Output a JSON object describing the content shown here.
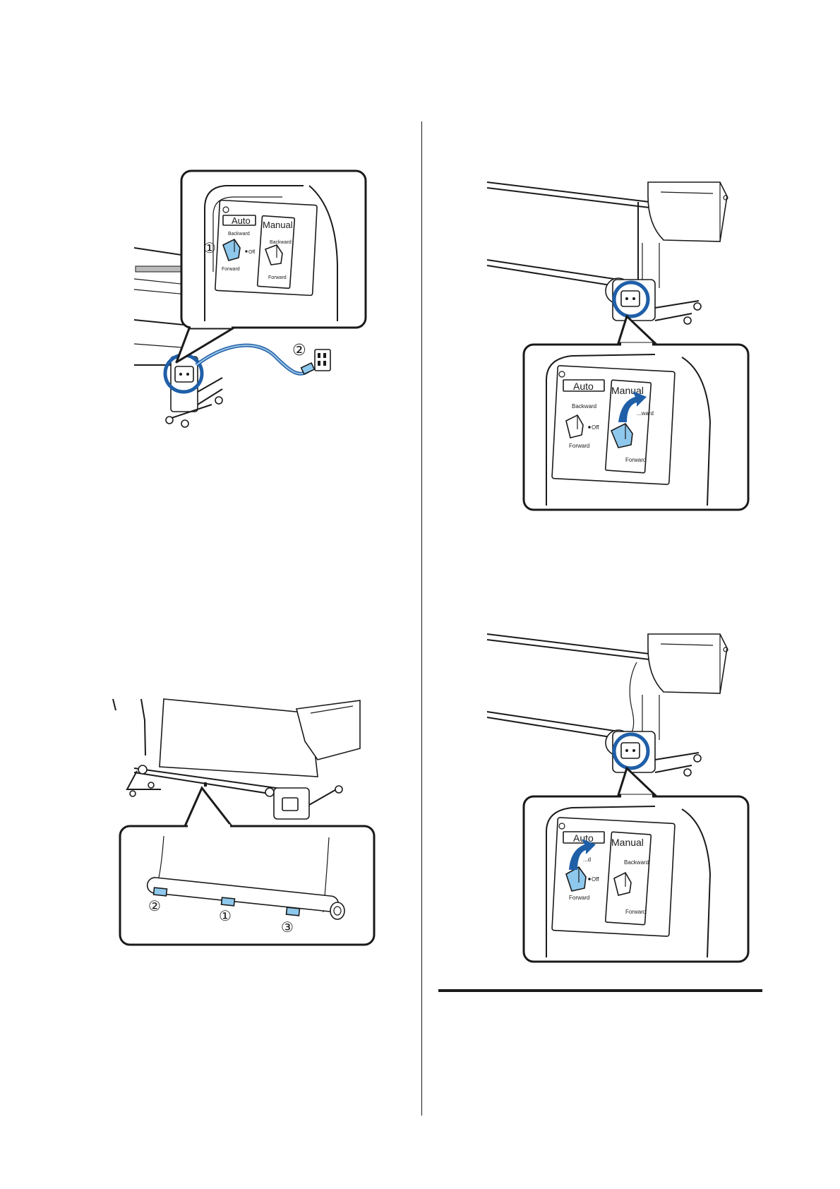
{
  "colors": {
    "accent_blue": "#1f5fa8",
    "switch_blue": "#8ec8ec",
    "ink": "#1a1a1a"
  },
  "figure1": {
    "panel": {
      "auto_label": "Auto",
      "manual_label": "Manual",
      "backward_label": "Backward",
      "off_label": "Off",
      "forward_label": "Forward",
      "manual_backward_label": "Backward",
      "manual_forward_label": "Forward"
    },
    "callout_1": "①",
    "callout_2": "②"
  },
  "figure2": {
    "panel": {
      "auto_label": "Auto",
      "manual_label": "Manual",
      "backward_label": "Backward",
      "off_label": "Off",
      "forward_label": "Forward",
      "manual_backward_label": "...ward",
      "manual_forward_label": "Forward"
    }
  },
  "figure3": {
    "callout_1": "①",
    "callout_2": "②",
    "callout_3": "③"
  },
  "figure4": {
    "panel": {
      "auto_label": "Auto",
      "manual_label": "Manual",
      "backward_label": "...d",
      "off_label": "Off",
      "forward_label": "Forward",
      "manual_backward_label": "Backward",
      "manual_forward_label": "Forward"
    }
  }
}
